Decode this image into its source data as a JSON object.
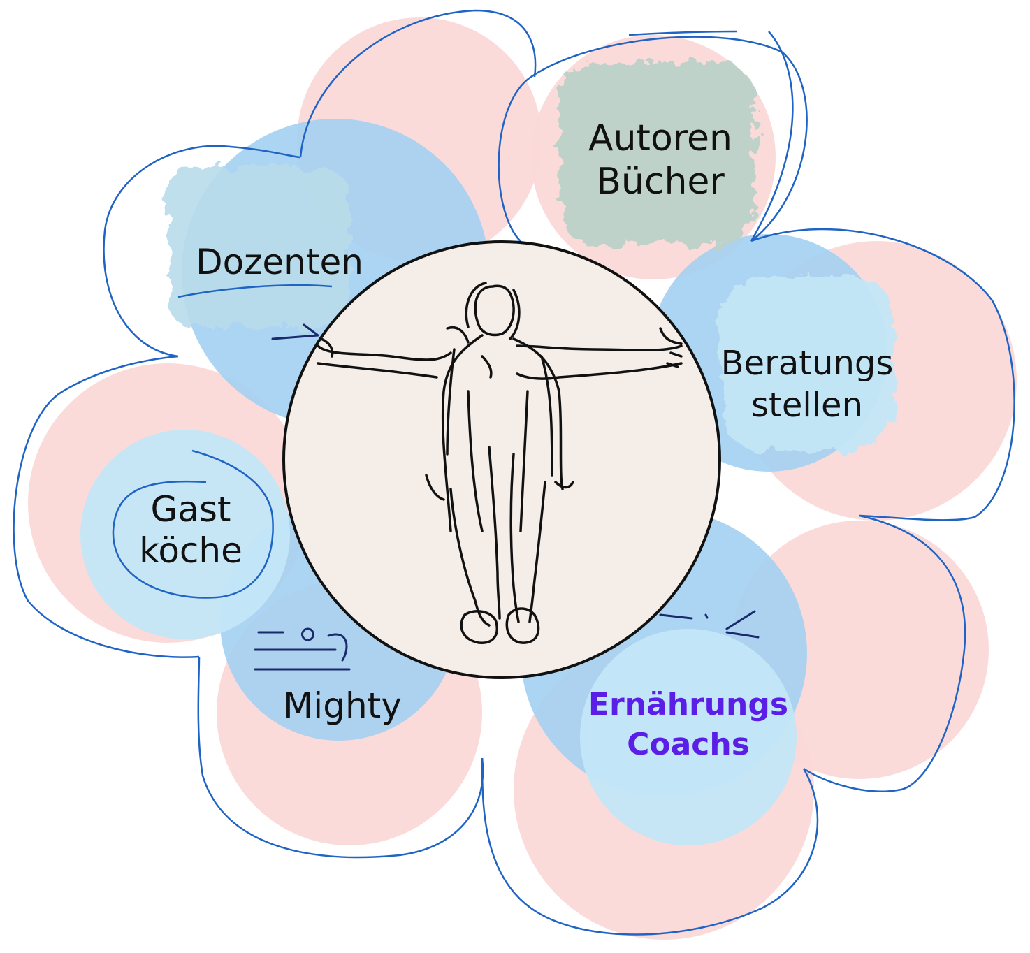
{
  "colors": {
    "pink": "#fbd9d8",
    "blue_mid": "#a5d1f2",
    "blue_light": "#c3e6f7",
    "blue_pale": "#b9dcea",
    "sage": "#bcd2c8",
    "outline": "#1f64c4",
    "center_fill": "#f4ede8",
    "center_stroke": "#111111",
    "ink": "#111111",
    "accent_text": "#5b1ee6"
  },
  "petals": [
    {
      "name": "dozenten",
      "lines": [
        "Dozenten"
      ],
      "color": "#111111",
      "bold": false
    },
    {
      "name": "autoren",
      "lines": [
        "Autoren",
        "Bücher"
      ],
      "color": "#111111",
      "bold": false
    },
    {
      "name": "beratung",
      "lines": [
        "Beratungs",
        "stellen"
      ],
      "color": "#111111",
      "bold": false
    },
    {
      "name": "gastkoeche",
      "lines": [
        "Gast",
        "köche"
      ],
      "color": "#111111",
      "bold": false
    },
    {
      "name": "mighty",
      "lines": [
        "Mighty"
      ],
      "color": "#111111",
      "bold": false
    },
    {
      "name": "ernaehrung",
      "lines": [
        "Ernährungs",
        "Coachs"
      ],
      "color": "#5b1ee6",
      "bold": true
    }
  ],
  "center": {
    "icon": "human-figure-sketch-icon"
  }
}
